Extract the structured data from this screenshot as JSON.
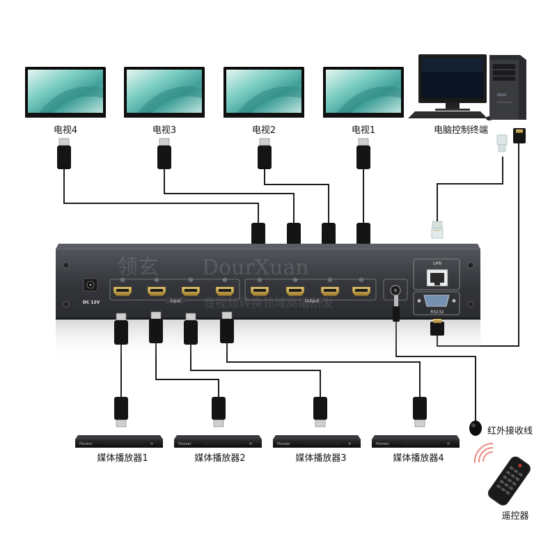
{
  "tvs": [
    {
      "label": "电视4"
    },
    {
      "label": "电视3"
    },
    {
      "label": "电视2"
    },
    {
      "label": "电视1"
    }
  ],
  "computer": {
    "label": "电脑控制终端",
    "brand": "ASUS"
  },
  "players": [
    {
      "label": "媒体播放器1",
      "brand": "Pioneer"
    },
    {
      "label": "媒体播放器2",
      "brand": "Pioneer"
    },
    {
      "label": "媒体播放器3",
      "brand": "Pioneer"
    },
    {
      "label": "媒体播放器4",
      "brand": "Pioneer"
    }
  ],
  "ir_receiver": {
    "label": "红外接收线"
  },
  "remote": {
    "label": "遥控器"
  },
  "device": {
    "power_label": "DC 12V",
    "input_group_label": "Input",
    "output_group_label": "Output",
    "input_numbers": [
      "4",
      "3",
      "2",
      "1"
    ],
    "output_letters": [
      "D",
      "C",
      "B",
      "A"
    ],
    "lan_label": "LAN",
    "rs232_label": "RS232",
    "watermark_brand_cn": "领玄",
    "watermark_brand_en": "DourXuan",
    "watermark_tagline": "音视频转换领域高端研发"
  },
  "colors": {
    "cable": "#1a1a1a",
    "device_body": "#3b3d42",
    "hdmi_port": "#c8a24a",
    "screen_teal": "#6fc4bd"
  }
}
